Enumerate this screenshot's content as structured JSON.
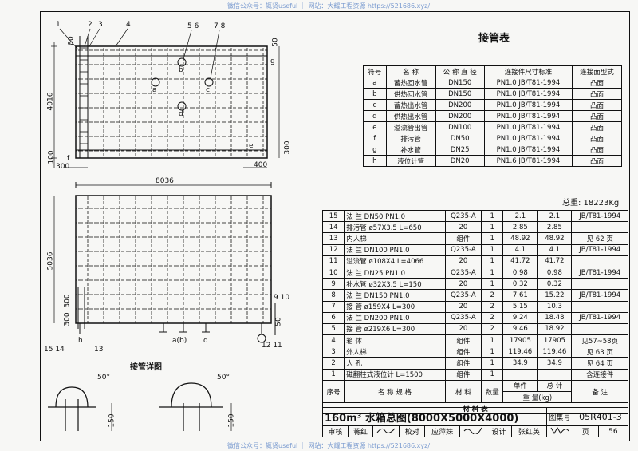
{
  "watermark_top": "微信公众号：辄贤useful ｜ 网站：大耀工程资源 https://521686.xyz/",
  "watermark_bottom": "微信公众号：辄贤useful ｜ 网站：大耀工程资源 https://521686.xyz/",
  "plan": {
    "callouts": [
      "1",
      "2",
      "3",
      "4",
      "5 6",
      "7 8"
    ],
    "left_dims": [
      "80",
      "4016",
      "100"
    ],
    "right_dims": [
      "50",
      "300"
    ],
    "bottom_dims": [
      "300",
      "400"
    ],
    "flange_labels": [
      "f",
      "g",
      "e",
      "b",
      "c",
      "a",
      "d"
    ]
  },
  "elevation": {
    "width_dim": "8036",
    "height_dim": "5036",
    "left_dims": [
      "300",
      "300"
    ],
    "right_dim": "50",
    "callouts_right": [
      "9 10",
      "12 11"
    ],
    "callouts_left": [
      "15 14",
      "13"
    ],
    "bottom_labels": [
      "h",
      "a(b)",
      "d"
    ]
  },
  "detail": {
    "title": "接管详图",
    "angle": "50°",
    "dim": "150"
  },
  "pipe_table": {
    "title": "接管表",
    "headers": [
      "符号",
      "名    称",
      "公 称 直 径",
      "连接件尺寸标准",
      "连接面型式"
    ],
    "rows": [
      [
        "a",
        "蓄热回水管",
        "DN150",
        "PN1.0  JB/T81-1994",
        "凸面"
      ],
      [
        "b",
        "供热回水管",
        "DN150",
        "PN1.0  JB/T81-1994",
        "凸面"
      ],
      [
        "c",
        "蓄热出水管",
        "DN200",
        "PN1.0  JB/T81-1994",
        "凸面"
      ],
      [
        "d",
        "供热出水管",
        "DN200",
        "PN1.0  JB/T81-1994",
        "凸面"
      ],
      [
        "e",
        "溢流管出管",
        "DN100",
        "PN1.0  JB/T81-1994",
        "凸面"
      ],
      [
        "f",
        "排污管",
        "DN50",
        "PN1.0  JB/T81-1994",
        "凸面"
      ],
      [
        "g",
        "补水管",
        "DN25",
        "PN1.0  JB/T81-1994",
        "凸面"
      ],
      [
        "h",
        "液位计管",
        "DN20",
        "PN1.6  JB/T81-1994",
        "凸面"
      ]
    ]
  },
  "total_weight": "总重: 18223Kg",
  "material_table": {
    "rows": [
      [
        "15",
        "法  兰    DN50    PN1.0",
        "Q235-A",
        "1",
        "2.1",
        "2.1",
        "JB/T81-1994"
      ],
      [
        "14",
        "排污管      ø57X3.5    L=650",
        "20",
        "1",
        "2.85",
        "2.85",
        ""
      ],
      [
        "13",
        "内人梯",
        "组件",
        "1",
        "48.92",
        "48.92",
        "见 62 页"
      ],
      [
        "12",
        "法  兰    DN100    PN1.0",
        "Q235-A",
        "1",
        "4.1",
        "4.1",
        "JB/T81-1994"
      ],
      [
        "11",
        "溢流管   ø108X4    L=4066",
        "20",
        "1",
        "41.72",
        "41.72",
        ""
      ],
      [
        "10",
        "法  兰    DN25    PN1.0",
        "Q235-A",
        "1",
        "0.98",
        "0.98",
        "JB/T81-1994"
      ],
      [
        "9",
        "补水管   ø32X3.5  L=150",
        "20",
        "1",
        "0.32",
        "0.32",
        ""
      ],
      [
        "8",
        "法  兰    DN150    PN1.0",
        "Q235-A",
        "2",
        "7.61",
        "15.22",
        "JB/T81-1994"
      ],
      [
        "7",
        "接  管    ø159X4    L=300",
        "20",
        "2",
        "5.15",
        "10.3",
        ""
      ],
      [
        "6",
        "法  兰    DN200    PN1.0",
        "Q235-A",
        "2",
        "9.24",
        "18.48",
        "JB/T81-1994"
      ],
      [
        "5",
        "接  管    ø219X6  L=300",
        "20",
        "2",
        "9.46",
        "18.92",
        ""
      ],
      [
        "4",
        "箱  体",
        "组件",
        "1",
        "17905",
        "17905",
        "见57~58页"
      ],
      [
        "3",
        "外人梯",
        "组件",
        "1",
        "119.46",
        "119.46",
        "见 63 页"
      ],
      [
        "2",
        "人  孔",
        "组件",
        "1",
        "34.9",
        "34.9",
        "见 64 页"
      ],
      [
        "1",
        "磁翻柱式液位计        L=1500",
        "组件",
        "1",
        "",
        "",
        "含连接件"
      ]
    ],
    "header_seq": "序号",
    "header_name": "名 称 规 格",
    "header_material": "材    料",
    "header_qty": "数量",
    "header_unit": "单件",
    "header_total": "总 计",
    "header_weight": "重    量(kg)",
    "header_note": "备    注",
    "caption": "材    料    表"
  },
  "title_block": {
    "drawing_title": "160m³ 水箱总图(8000X5000X4000)",
    "atlas_label": "图集号",
    "atlas_no": "05R401-3",
    "review_label": "审核",
    "reviewer": "蒋红",
    "check_label": "校对",
    "checker": "应萍妹",
    "design_label": "设计",
    "designer": "张红英",
    "page_label": "页",
    "page_no": "56"
  }
}
